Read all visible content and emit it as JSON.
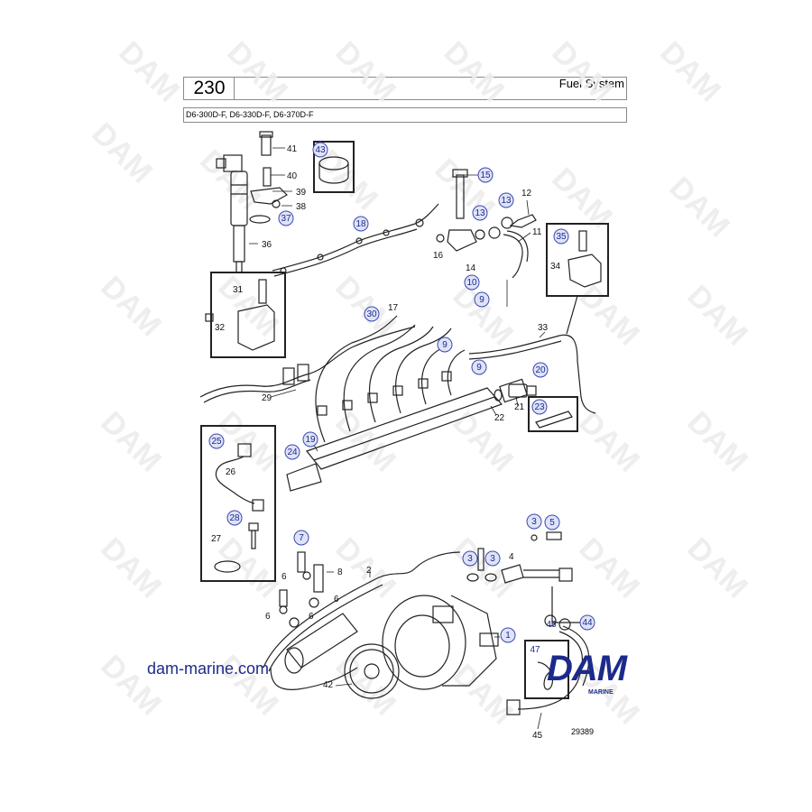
{
  "header": {
    "page_number": "230",
    "title": "Fuel System",
    "models": "D6-300D-F, D6-330D-F, D6-370D-F"
  },
  "footer": {
    "website": "dam-marine.com",
    "logo_text": "DAM",
    "logo_subtext": "MARINE",
    "figure_number": "29389"
  },
  "callouts": {
    "plain": [
      "41",
      "40",
      "39",
      "38",
      "36",
      "14",
      "16",
      "12",
      "11",
      "33",
      "34",
      "31",
      "32",
      "17",
      "29",
      "26",
      "27",
      "22",
      "21",
      "8",
      "2",
      "6",
      "6",
      "6",
      "6",
      "4",
      "42",
      "45"
    ],
    "circled": [
      "43",
      "37",
      "18",
      "15",
      "13",
      "13",
      "35",
      "10",
      "9",
      "30",
      "9",
      "9",
      "20",
      "23",
      "25",
      "24",
      "19",
      "28",
      "7",
      "3",
      "5",
      "3",
      "3",
      "1",
      "46",
      "44",
      "47"
    ]
  },
  "colors": {
    "accent_blue": "#1c2a8c",
    "callout_circle": "#3a48b0",
    "line_art": "#222222",
    "watermark": "#e6e6e6"
  }
}
